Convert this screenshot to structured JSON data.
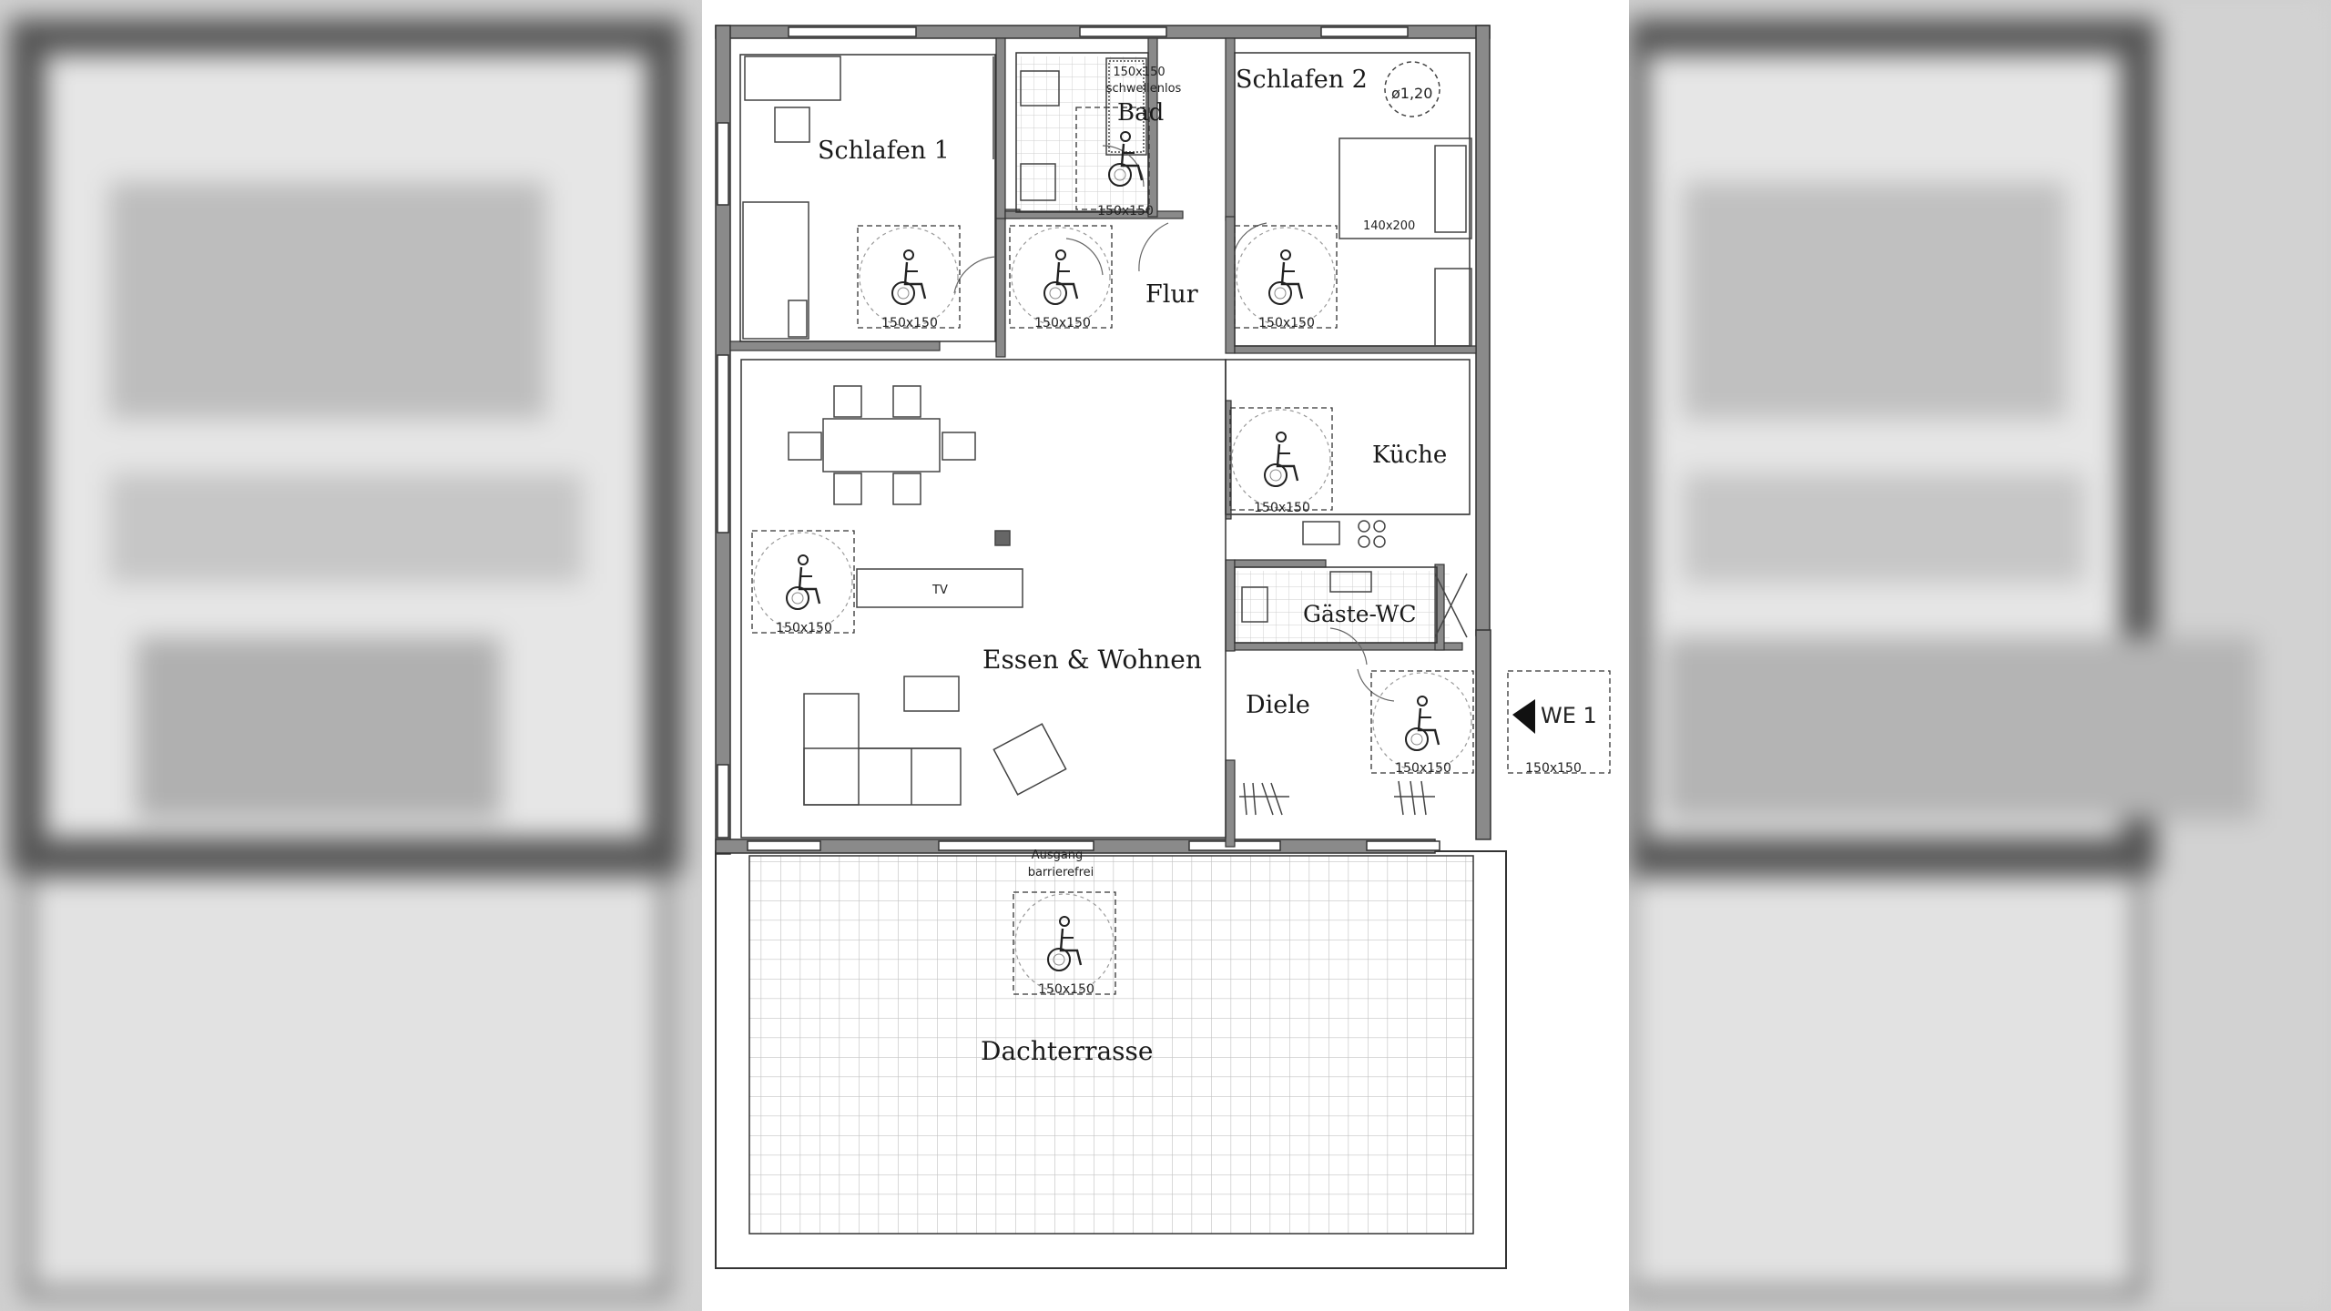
{
  "floorplan": {
    "rooms": {
      "schlafen1": "Schlafen 1",
      "schlafen2": "Schlafen 2",
      "bad": "Bad",
      "flur": "Flur",
      "kueche": "Küche",
      "gaeste_wc": "Gäste-WC",
      "essen_wohnen": "Essen & Wohnen",
      "diele": "Diele",
      "dachterrasse": "Dachterrasse"
    },
    "annotations": {
      "shower_size": "150x150",
      "shower_note": "schwellenlos",
      "turning_circle": "ø1,20",
      "bed_size": "140x200",
      "tv": "TV",
      "exit_line1": "Ausgang",
      "exit_line2": "barrierefrei",
      "entrance": "WE 1",
      "wheelchair_area": "150x150"
    },
    "wheelchair_symbol": "wheelchair-icon",
    "colors": {
      "wall": "#7f7f7f",
      "wall_edge": "#3a3a3a",
      "line": "#333333",
      "grid": "#c8c8c8",
      "background": "#ffffff"
    }
  }
}
